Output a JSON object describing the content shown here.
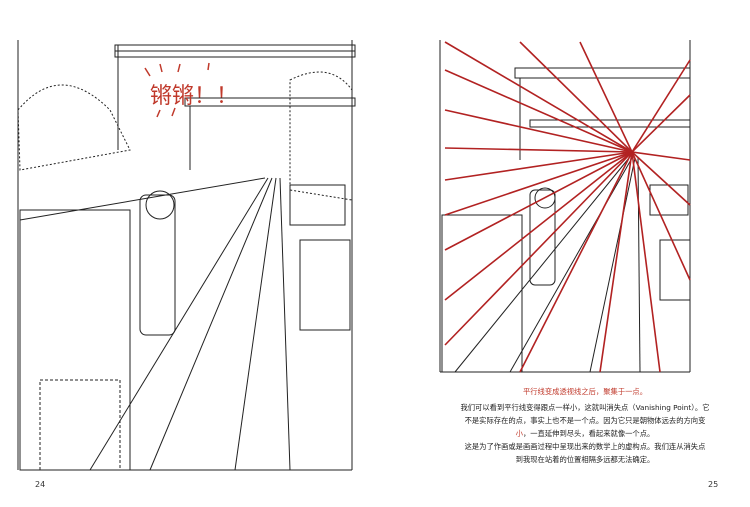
{
  "left_page": {
    "page_number": "24",
    "sound_effect": "锵锵！！"
  },
  "right_page": {
    "page_number": "25",
    "caption": "平行线变成透视线之后，聚集于一点。",
    "paragraph1": {
      "line1": "我们可以看到平行线变得跟点一样小，这就叫消失点（Vanishing Point）。它",
      "line2": "不是实际存在的点，事实上也不是一个点。因为它只是朝物体远去的方向变",
      "line3_red": "小",
      "line3": "，一直延伸到尽头，看起来就像一个点。"
    },
    "paragraph2": {
      "line1": "这是为了作画或是画画过程中呈现出来的数学上的虚构点。我们连从消失点",
      "line2": "到我现在站着的位置相隔多远都无法确定。"
    },
    "accent_color": "#c0392b"
  }
}
